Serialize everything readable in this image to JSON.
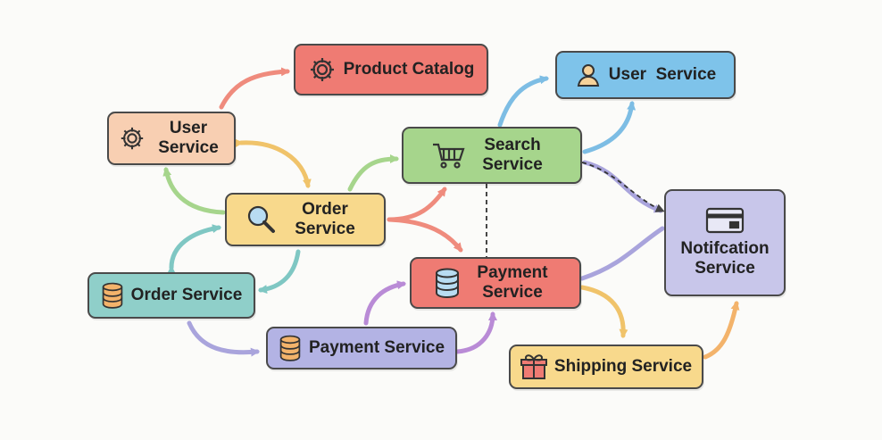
{
  "nodes": {
    "product_catalog": {
      "label": "Product Catalog",
      "icon": "gear-icon",
      "color": "#ef7b73"
    },
    "user_service_top": {
      "label": "User  Service",
      "icon": "user-icon",
      "color": "#7ec3ea"
    },
    "user_service_left": {
      "label": "User Service",
      "icon": "gear-icon",
      "color": "#f8cfb2"
    },
    "search_service": {
      "label": "Search Service",
      "icon": "shopping-cart-icon",
      "color": "#a6d58c"
    },
    "order_service_center": {
      "label": "Order Service",
      "icon": "magnifier-icon",
      "color": "#f8d98c"
    },
    "notification_service": {
      "label": "Notifcation Service",
      "icon": "credit-card-icon",
      "color": "#c8c6ea"
    },
    "payment_service_center": {
      "label": "Payment Service",
      "icon": "database-icon",
      "color": "#ef7b73"
    },
    "order_service_left": {
      "label": "Order Service",
      "icon": "database-icon",
      "color": "#8fcfc9"
    },
    "payment_service_bottom": {
      "label": "Payment Service",
      "icon": "database-icon",
      "color": "#b3b3e4"
    },
    "shipping_service": {
      "label": "Shipping Service",
      "icon": "gift-icon",
      "color": "#f8d98c"
    }
  },
  "edge_colors": {
    "salmon": "#ef8b7d",
    "blue": "#7dbde4",
    "amber": "#f0c36a",
    "green": "#a6d58c",
    "teal": "#7fc7c3",
    "lavender": "#a9a4dc",
    "violet": "#b98bd6",
    "orange": "#f3b36b",
    "dashed": "#333333"
  }
}
